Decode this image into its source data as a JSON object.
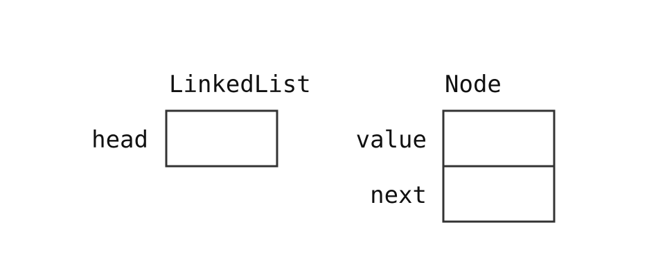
{
  "diagram": {
    "colors": {
      "stroke": "#333333",
      "text": "#111111",
      "background": "#ffffff"
    },
    "linked_list": {
      "title": "LinkedList",
      "fields": [
        {
          "label": "head"
        }
      ]
    },
    "node": {
      "title": "Node",
      "fields": [
        {
          "label": "value"
        },
        {
          "label": "next"
        }
      ]
    }
  }
}
